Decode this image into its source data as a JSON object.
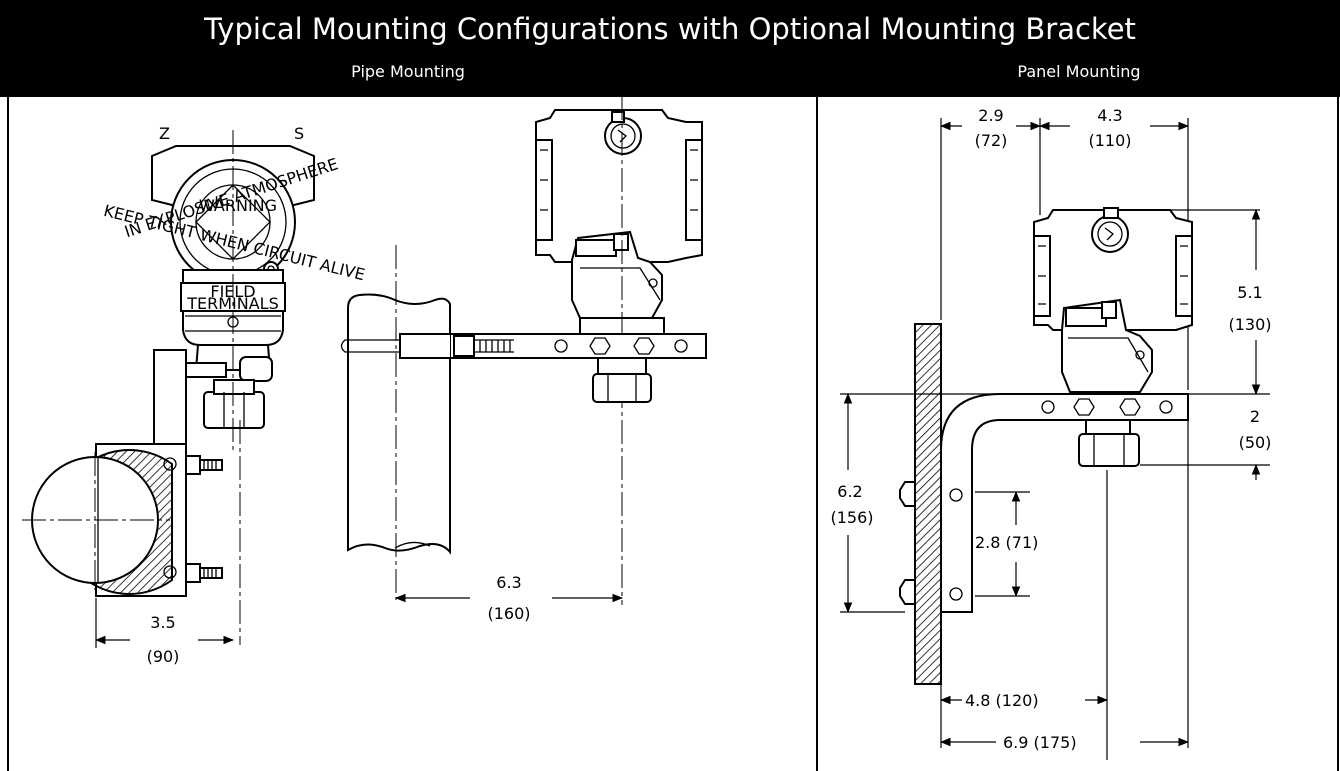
{
  "header": {
    "title": "Typical Mounting Configurations with Optional Mounting Bracket",
    "left_section": "Pipe Mounting",
    "right_section": "Panel Mounting"
  },
  "colors": {
    "header_bg": "#000000",
    "header_text": "#ffffff",
    "line": "#000000"
  },
  "housing_text": {
    "cover_left": "Z",
    "cover_right": "S",
    "warning_top": "IN EXPLOSIVE ATMOSPHERE",
    "warning_mid": "WARNING",
    "warning_bottom": "KEEP TIGHT WHEN CIRCUIT ALIVE",
    "field": "FIELD",
    "terminals": "TERMINALS"
  },
  "pipe_dims": {
    "d1_value": "3.5",
    "d1_metric": "(90)",
    "d2_value": "6.3",
    "d2_metric": "(160)"
  },
  "panel_dims": {
    "d1_value": "2.9",
    "d1_metric": "(72)",
    "d2_value": "4.3",
    "d2_metric": "(110)",
    "d3_value": "5.1",
    "d3_metric": "(130)",
    "d4_value": "2",
    "d4_metric": "(50)",
    "d5_value": "6.2",
    "d5_metric": "(156)",
    "d6_label": "2.8 (71)",
    "d7_label": "4.8 (120)",
    "d8_label": "6.9 (175)"
  }
}
